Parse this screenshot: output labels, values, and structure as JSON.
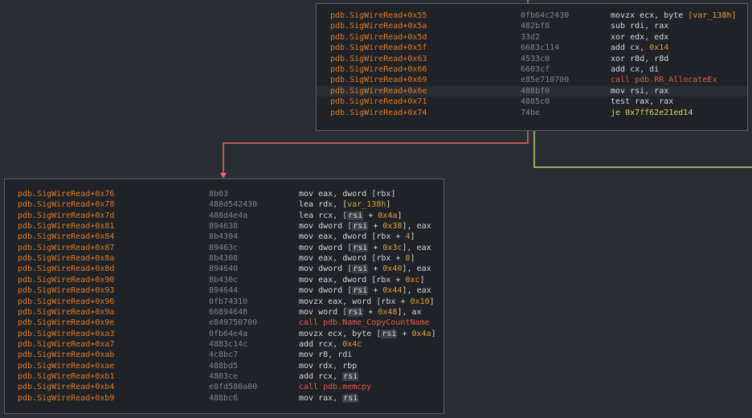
{
  "colors": {
    "background": "#2a2d31",
    "block_bg": "#1f2226",
    "block_border": "#5a5f66",
    "address": "#e07b2a",
    "bytes": "#7d8790",
    "edge_taken": "#e86a6a",
    "edge_fallthrough": "#b6d27a"
  },
  "block_top": {
    "lines": [
      {
        "addr": "pdb.SigWireRead+0x55",
        "bytes": "0fb64c2430",
        "mn": "movzx ecx, byte ",
        "op": "[var_138h]"
      },
      {
        "addr": "pdb.SigWireRead+0x5a",
        "bytes": "482bf8",
        "mn": "sub rdi, rax",
        "op": ""
      },
      {
        "addr": "pdb.SigWireRead+0x5d",
        "bytes": "33d2",
        "mn": "xor edx, edx",
        "op": ""
      },
      {
        "addr": "pdb.SigWireRead+0x5f",
        "bytes": "6683c114",
        "mn": "add cx, ",
        "op": "0x14"
      },
      {
        "addr": "pdb.SigWireRead+0x63",
        "bytes": "4533c0",
        "mn": "xor r8d, r8d",
        "op": ""
      },
      {
        "addr": "pdb.SigWireRead+0x66",
        "bytes": "6603cf",
        "mn": "add cx, di",
        "op": ""
      },
      {
        "addr": "pdb.SigWireRead+0x69",
        "bytes": "e85e710700",
        "mn": "call ",
        "op": "pdb.RR_AllocateEx"
      },
      {
        "addr": "pdb.SigWireRead+0x6e",
        "bytes": "488bf0",
        "mn": "mov rsi, rax",
        "op": ""
      },
      {
        "addr": "pdb.SigWireRead+0x71",
        "bytes": "4885c0",
        "mn": "test rax, rax",
        "op": ""
      },
      {
        "addr": "pdb.SigWireRead+0x74",
        "bytes": "74be",
        "mn": "je ",
        "op": "0x7ff62e21ed14"
      }
    ]
  },
  "block_bottom": {
    "lines": [
      {
        "addr": "pdb.SigWireRead+0x76",
        "bytes": "8b03",
        "ins": "mov eax, dword [rbx]"
      },
      {
        "addr": "pdb.SigWireRead+0x78",
        "bytes": "488d542430",
        "ins": "lea rdx, [var_138h]"
      },
      {
        "addr": "pdb.SigWireRead+0x7d",
        "bytes": "488d4e4a",
        "ins": "lea rcx, [rsi + 0x4a]"
      },
      {
        "addr": "pdb.SigWireRead+0x81",
        "bytes": "894638",
        "ins": "mov dword [rsi + 0x38], eax"
      },
      {
        "addr": "pdb.SigWireRead+0x84",
        "bytes": "8b4304",
        "ins": "mov eax, dword [rbx + 4]"
      },
      {
        "addr": "pdb.SigWireRead+0x87",
        "bytes": "89463c",
        "ins": "mov dword [rsi + 0x3c], eax"
      },
      {
        "addr": "pdb.SigWireRead+0x8a",
        "bytes": "8b4308",
        "ins": "mov eax, dword [rbx + 8]"
      },
      {
        "addr": "pdb.SigWireRead+0x8d",
        "bytes": "894640",
        "ins": "mov dword [rsi + 0x40], eax"
      },
      {
        "addr": "pdb.SigWireRead+0x90",
        "bytes": "8b430c",
        "ins": "mov eax, dword [rbx + 0xc]"
      },
      {
        "addr": "pdb.SigWireRead+0x93",
        "bytes": "894644",
        "ins": "mov dword [rsi + 0x44], eax"
      },
      {
        "addr": "pdb.SigWireRead+0x96",
        "bytes": "0fb74310",
        "ins": "movzx eax, word [rbx + 0x10]"
      },
      {
        "addr": "pdb.SigWireRead+0x9a",
        "bytes": "66894648",
        "ins": "mov word [rsi + 0x48], ax"
      },
      {
        "addr": "pdb.SigWireRead+0x9e",
        "bytes": "e849750700",
        "ins": "call pdb.Name_CopyCountName"
      },
      {
        "addr": "pdb.SigWireRead+0xa3",
        "bytes": "0fb64e4a",
        "ins": "movzx ecx, byte [rsi + 0x4a]"
      },
      {
        "addr": "pdb.SigWireRead+0xa7",
        "bytes": "4883c14c",
        "ins": "add rcx, 0x4c"
      },
      {
        "addr": "pdb.SigWireRead+0xab",
        "bytes": "4c8bc7",
        "ins": "mov r8, rdi"
      },
      {
        "addr": "pdb.SigWireRead+0xae",
        "bytes": "488bd5",
        "ins": "mov rdx, rbp"
      },
      {
        "addr": "pdb.SigWireRead+0xb1",
        "bytes": "4803ce",
        "ins": "add rcx, rsi"
      },
      {
        "addr": "pdb.SigWireRead+0xb4",
        "bytes": "e8fd580a00",
        "ins": "call pdb.memcpy"
      },
      {
        "addr": "pdb.SigWireRead+0xb9",
        "bytes": "488bc6",
        "ins": "mov rax, rsi"
      }
    ]
  }
}
